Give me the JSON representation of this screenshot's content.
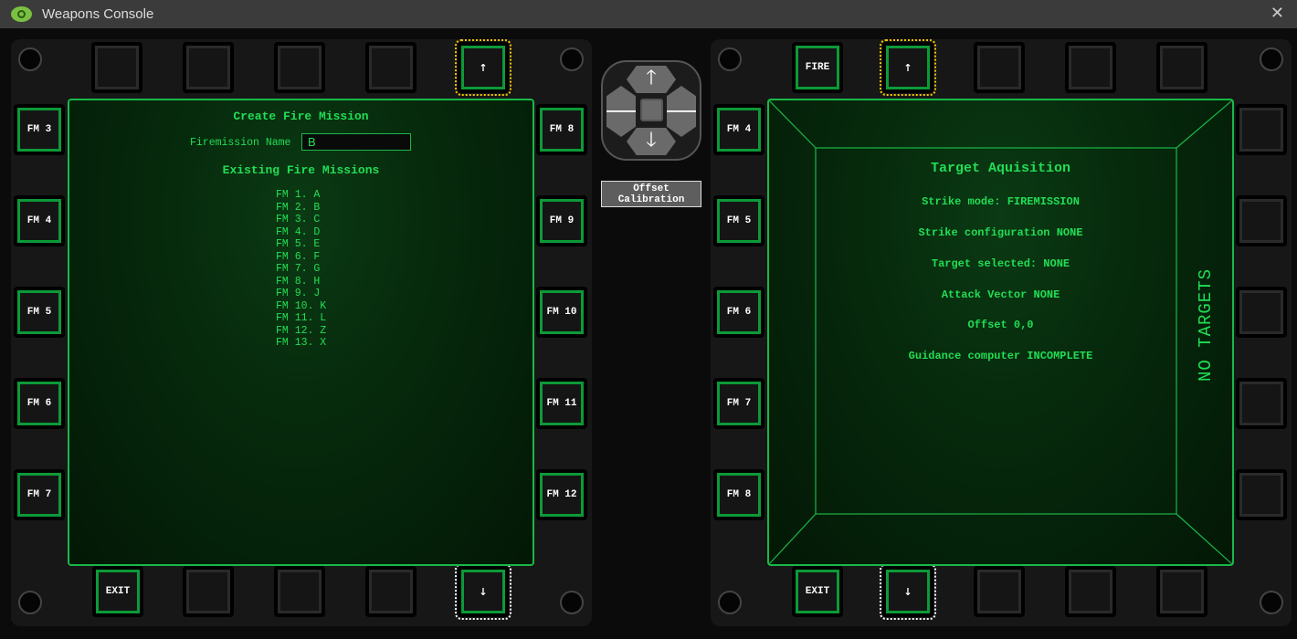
{
  "window": {
    "title": "Weapons Console",
    "close": "✕"
  },
  "left": {
    "title": "Create Fire Mission",
    "name_label": "Firemission Name",
    "name_value": "B",
    "existing_label": "Existing Fire Missions",
    "missions": [
      "FM 1. A",
      "FM 2. B",
      "FM 3. C",
      "FM 4. D",
      "FM 5. E",
      "FM 6. F",
      "FM 7. G",
      "FM 8. H",
      "FM 9. J",
      "FM 10. K",
      "FM 11. L",
      "FM 12. Z",
      "FM 13. X"
    ],
    "left_buttons": [
      "FM 3",
      "FM 4",
      "FM 5",
      "FM 6",
      "FM 7"
    ],
    "right_buttons": [
      "FM 8",
      "FM 9",
      "FM 10",
      "FM 11",
      "FM 12"
    ],
    "up": "↑",
    "down": "↓",
    "exit": "EXIT"
  },
  "center": {
    "up": "🡑",
    "down": "🡓",
    "left": "🡐",
    "right": "🡒",
    "offset_line1": "Offset",
    "offset_line2": "Calibration"
  },
  "right": {
    "fire": "FIRE",
    "up": "↑",
    "down": "↓",
    "exit": "EXIT",
    "left_buttons": [
      "FM 4",
      "FM 5",
      "FM 6",
      "FM 7",
      "FM 8"
    ],
    "title": "Target Aquisition",
    "lines": [
      "Strike mode: FIREMISSION",
      "Strike configuration NONE",
      "Target selected: NONE",
      "Attack Vector NONE",
      "Offset 0,0",
      "Guidance computer INCOMPLETE"
    ],
    "status": "NO TARGETS"
  }
}
